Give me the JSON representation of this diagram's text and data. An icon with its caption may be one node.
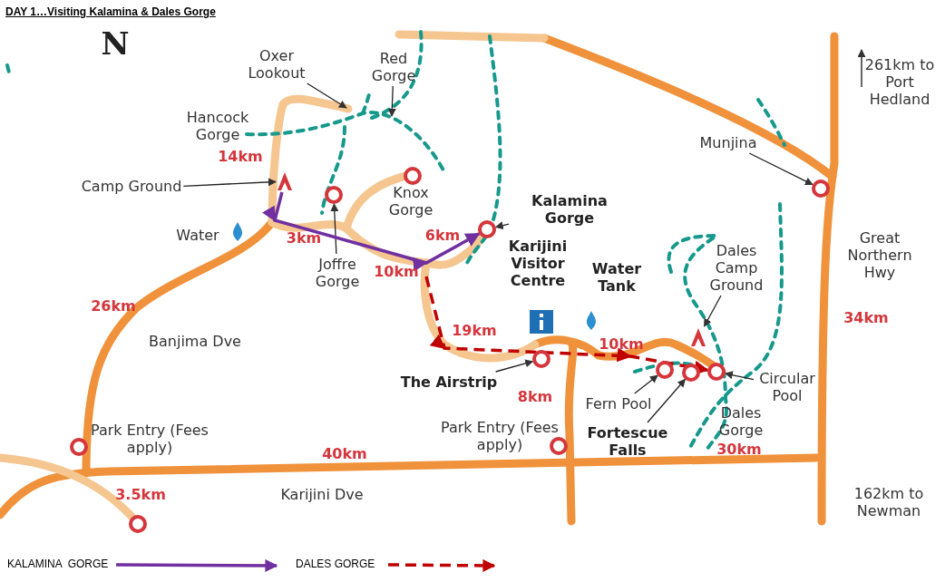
{
  "diagram": {
    "title": "DAY 1…Visiting Kalamina & Dales Gorge",
    "nodes": [
      {
        "text": [
          "Oxer Lookout"
        ]
      },
      {
        "text": [
          "Red Gorge"
        ]
      },
      {
        "text": [
          "Camp Ground"
        ]
      },
      {
        "text": [
          "Munjina"
        ]
      },
      {
        "text": [
          "Joffre Gorge"
        ]
      },
      {
        "text": [
          "Kalamina Gorge"
        ]
      },
      {
        "text": [
          "Dales Camp Ground"
        ]
      },
      {
        "text": [
          "The Airstrip"
        ]
      },
      {
        "text": [
          "Fern Pool"
        ]
      },
      {
        "text": [
          "Circular Pool"
        ]
      },
      {
        "text": [
          "Fortescue Falls"
        ]
      },
      {
        "text": [],
        "shape": "circle"
      },
      {
        "text": [],
        "shape": "circle"
      },
      {
        "text": [],
        "shape": "circle"
      },
      {
        "text": [],
        "shape": "picture"
      },
      {
        "text": [],
        "shape": "circle"
      },
      {
        "text": [],
        "shape": "circle"
      },
      {
        "text": [],
        "shape": "circle"
      },
      {
        "text": [],
        "shape": "circle"
      },
      {
        "text": [],
        "shape": "picture"
      },
      {
        "text": [],
        "shape": "circle",
        "beside": [
          "Knox Gorge"
        ]
      },
      {
        "text": [],
        "shape": "circle",
        "beside": [
          "Park Entry (Fees apply)"
        ]
      },
      {
        "text": [],
        "shape": "circle",
        "beside": [
          "Park Entry (Fees apply)"
        ]
      },
      {
        "text": [],
        "shape": "circle"
      }
    ],
    "edges": [
      {
        "from": 0,
        "to": null,
        "arrow": "to"
      },
      {
        "from": 1,
        "to": null,
        "arrow": "to"
      },
      {
        "from": 2,
        "to": 19,
        "arrow": "to"
      },
      {
        "from": 3,
        "to": 13,
        "arrow": "to"
      },
      {
        "from": 4,
        "to": 11,
        "arrow": "to"
      },
      {
        "from": 5,
        "to": 12,
        "arrow": "to"
      },
      {
        "from": 6,
        "to": 14,
        "arrow": "to"
      },
      {
        "from": 7,
        "to": 15,
        "arrow": "to"
      },
      {
        "from": 8,
        "to": 16,
        "arrow": "to"
      },
      {
        "from": 10,
        "to": 17,
        "arrow": "to"
      },
      {
        "from": 9,
        "to": 18,
        "arrow": "to"
      },
      {
        "from": 19,
        "to": 12,
        "arrow": "to",
        "style": "thick",
        "color": "#7030a0"
      },
      {
        "from": null,
        "to": 18,
        "arrow": "to",
        "style": "dashed",
        "color": "#c00000"
      }
    ],
    "labels": [
      "N",
      "Hancock Gorge",
      "14km",
      "Water",
      "3km",
      "10km",
      "6km",
      "Karijini Visitor Centre",
      "Water Tank",
      "261km to Port Hedland",
      "26km",
      "Banjima Dve",
      "19km",
      "10km",
      "8km",
      "Great Northern Hwy",
      "34km",
      "40km",
      "Dales Gorge",
      "30km",
      "3.5km",
      "Karijini Dve",
      "162km to Newman"
    ],
    "legend": [
      {
        "text": "KALAMINA  GORGE"
      },
      {
        "text": "DALES GORGE"
      }
    ]
  }
}
